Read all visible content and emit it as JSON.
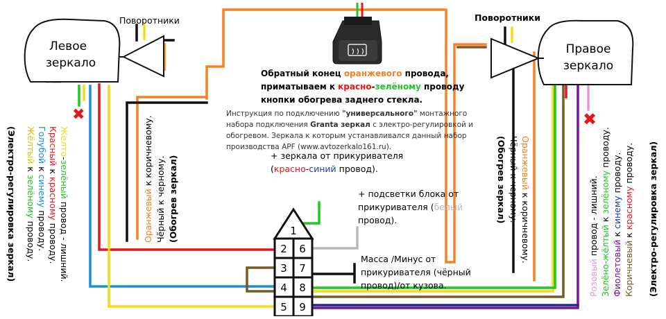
{
  "colors": {
    "orange": "#f58220",
    "black": "#111111",
    "red": "#e8141c",
    "blue": "#1a8fd8",
    "green": "#1ec81e",
    "yellow": "#f5dc1a",
    "gray": "#b8b8b8",
    "brown": "#7a5a22",
    "purple": "#7a10a8",
    "navy": "#202a7a",
    "pink": "#e79ad2"
  },
  "mirrors": {
    "left": [
      "Левое",
      "зеркало"
    ],
    "right": [
      "Правое",
      "зеркало"
    ]
  },
  "turn_signals": {
    "left": "Поворотники",
    "right": "Поворотники"
  },
  "x_mark": "✖",
  "button_note": {
    "l1": {
      "a": "Обратный конец ",
      "b": "оранжевого",
      "c": " провода,"
    },
    "l2": {
      "a": "приматываем к ",
      "b": "красно",
      "c": "-",
      "d": "зелёному",
      "e": " проводу"
    },
    "l3": "кнопки обогрева заднего стекла."
  },
  "instruction": {
    "l1": {
      "a": "Инструкция по подключению ",
      "b": "\"универсального\"",
      "c": " монтажного"
    },
    "l2": {
      "a": "набора подключения ",
      "b": "Granta зеркал",
      "c": " с электро-регулировкой и"
    },
    "l3": "обогревом. Зеркала к которым устанавливался данный набор",
    "l4": "производства APF (www.avtozerkalo161.ru)."
  },
  "notes": {
    "ignition_1": "+ зеркала от прикуривателя",
    "ignition_2": {
      "a": "(",
      "b": "красно",
      "c": "-",
      "d": "синий",
      "e": " провод)."
    },
    "backlight_1": "+ подсветки блока от",
    "backlight_2": {
      "a": "прикуривателя (",
      "b": "белый"
    },
    "backlight_3": "провод).",
    "ground_1": "Масса /Минус от",
    "ground_2": "прикуривателя (чёрный",
    "ground_3": "провод)/от кузова."
  },
  "left_heating": {
    "l1": {
      "a": "Оранжевый",
      "b": " к коричневому."
    },
    "l2": "Чёрный к черному.",
    "l3": "(Обогрев зеркал)"
  },
  "right_heating": {
    "l1": "Чёрный к черному.",
    "l2": {
      "a": "Оранжевый",
      "b": " к коричневому."
    },
    "l3": "(Обогрев зеркал)"
  },
  "left_adjust": {
    "l1": {
      "a": "Желто",
      "b": "-",
      "c": "зелёный",
      "d": " провод - лишний."
    },
    "l2": {
      "a": "Красный",
      "b": " к ",
      "c": "красному",
      "d": " проводу."
    },
    "l3": {
      "a": "Голубой",
      "b": " к ",
      "c": "синему",
      "d": " проводу."
    },
    "l4": {
      "a": "Жёлтый",
      "b": " к ",
      "c": "зелёному",
      "d": " проводу."
    },
    "l5": "(Электро-регулировка зеркал)"
  },
  "right_adjust": {
    "l1": {
      "a": "Розовый",
      "b": " провод - лишний."
    },
    "l2": {
      "a": "Зелёно-жёлтый",
      "b": " к ",
      "c": "зелёному",
      "d": " проводу."
    },
    "l3": {
      "a": "Фиолетовый",
      "b": " к ",
      "c": "синему",
      "d": " проводу."
    },
    "l4": {
      "a": "Коричневый",
      "b": " к ",
      "c": "красному",
      "d": " проводу."
    },
    "l5": "(Электро-регулировка зеркал)"
  },
  "connector_pins": [
    "1",
    "2",
    "6",
    "3",
    "7",
    "4",
    "8",
    "5",
    "9"
  ]
}
